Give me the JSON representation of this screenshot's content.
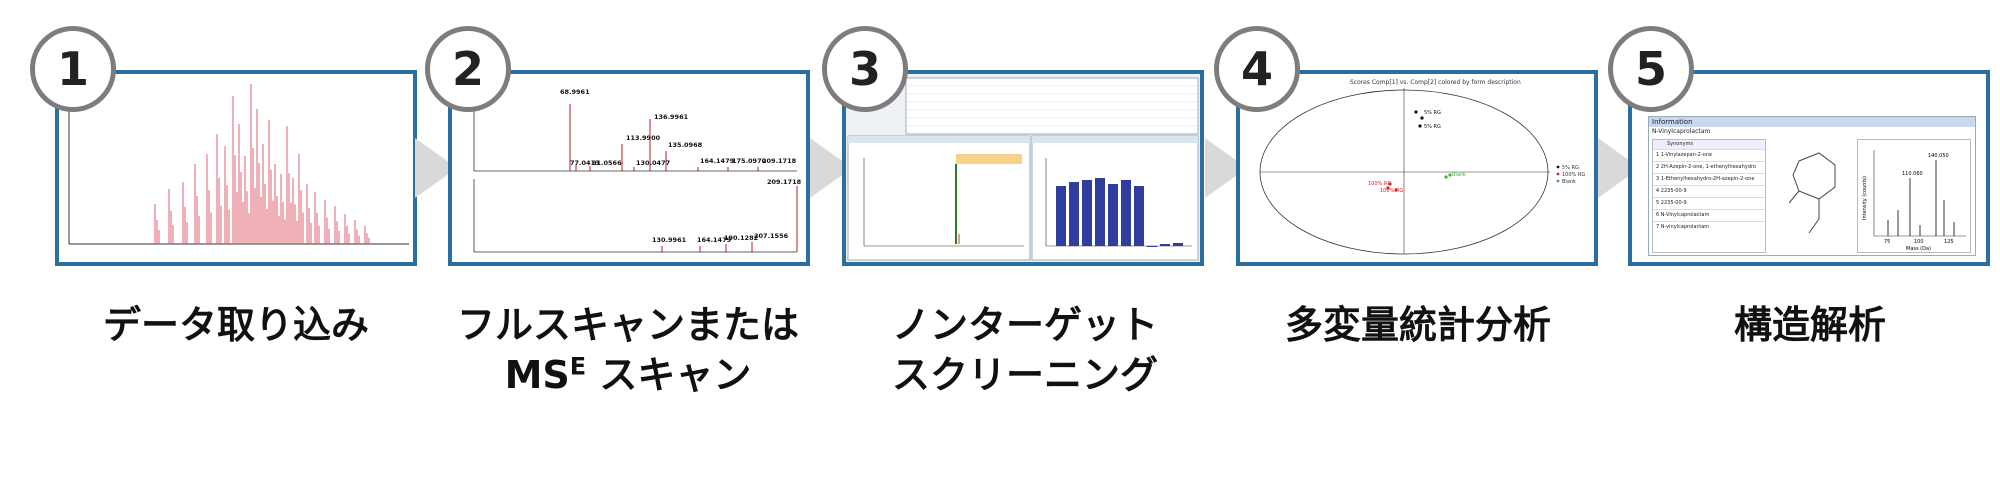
{
  "steps": [
    {
      "number": "1",
      "label": "データ取り込み"
    },
    {
      "number": "2",
      "label_line1": "フルスキャンまたは",
      "label_line2_a": "MS",
      "label_line2_sup": "E",
      "label_line2_b": " スキャン"
    },
    {
      "number": "3",
      "label_line1": "ノンターゲット",
      "label_line2": "スクリーニング"
    },
    {
      "number": "4",
      "label": "多変量統計分析"
    },
    {
      "number": "5",
      "label": "構造解析"
    }
  ],
  "panel2": {
    "peaks_top": [
      "68.9961",
      "77.0413",
      "91.0566",
      "113.9900",
      "130.0477",
      "136.9961",
      "135.0968",
      "164.1479",
      "175.0970",
      "209.1718"
    ],
    "peaks_bottom": [
      "130.9961",
      "164.1479",
      "190.1282",
      "207.1556",
      "209.1718"
    ]
  },
  "panel4": {
    "title": "Scores Comp[1] vs. Comp[2] colored by form description",
    "legend": [
      "5% RG",
      "100% RG",
      "Blank"
    ],
    "point_labels": [
      "5% RG",
      "5% RG",
      "100% RG",
      "100% RG",
      "Blank"
    ]
  },
  "panel5": {
    "header": "Information",
    "compound": "N-Vinylcaprolactam",
    "table_header": "Synonyms",
    "synonyms": [
      "1-Vinylazepan-2-one",
      "2H-Azepin-2-one, 1-ethenylhexahydro",
      "1-Ethenylhexahydro-2H-azepin-2-one",
      "2235-00-9",
      "2235-00-9",
      "N-Vinylcaprolactam",
      "N-vinylcaprolactam"
    ],
    "xlabel": "Mass (Da)",
    "ylabel": "Intensity (counts)",
    "xticks": [
      "75",
      "100",
      "125"
    ],
    "peak_labels": [
      "110.060",
      "140.050"
    ]
  },
  "colors": {
    "border": "#2a6f9e",
    "circle": "#7d7d7d",
    "arrow": "#d9d9d9",
    "spectrum": "#e06070",
    "bar": "#2f3e9e",
    "red_points": "#e02020",
    "green_points": "#40b040"
  }
}
